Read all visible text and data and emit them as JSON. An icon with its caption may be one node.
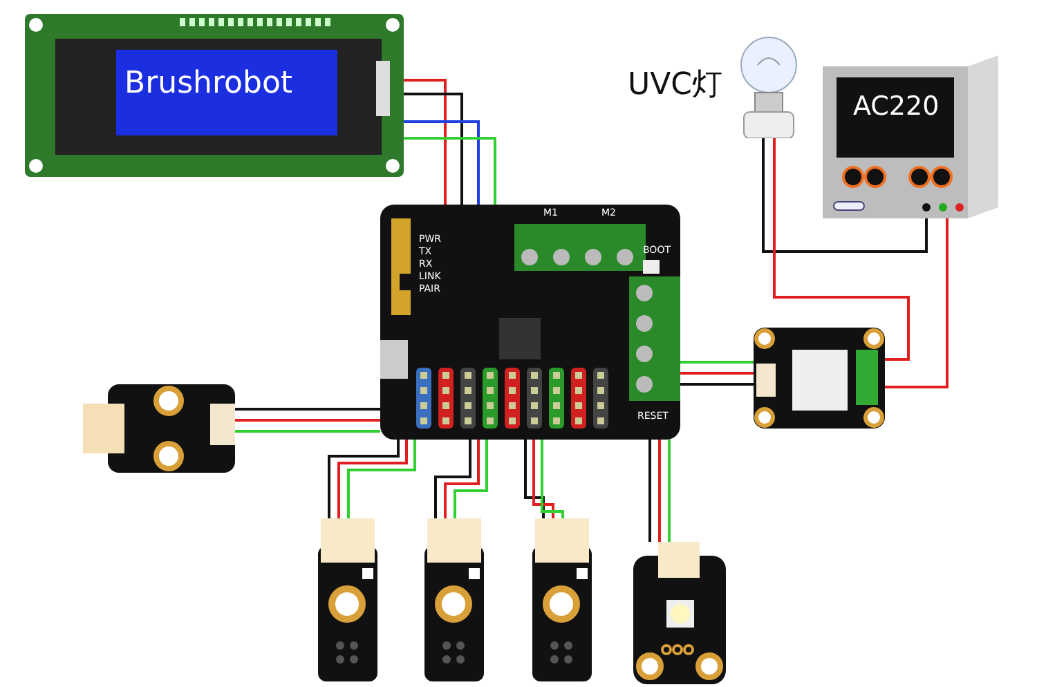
{
  "diagram": {
    "nodes": [
      {
        "text": [
          "Brushrobot"
        ]
      },
      {
        "text": [],
        "shape": "picture",
        "beside": [
          "UVC灯"
        ]
      },
      {
        "text": [
          "AC220"
        ]
      },
      {
        "text": [
          "PWR",
          "TX",
          "RX",
          "LINK",
          "PAIR",
          "M1",
          "M2",
          "BOOT",
          "RESET"
        ]
      },
      {
        "text": [],
        "shape": "picture"
      },
      {
        "text": [],
        "shape": "picture"
      },
      {
        "text": [],
        "shape": "picture"
      },
      {
        "text": [],
        "shape": "picture"
      },
      {
        "text": [],
        "shape": "picture"
      },
      {
        "text": [],
        "shape": "picture"
      }
    ],
    "edges": [
      {
        "from": 0,
        "to": 3,
        "arrow": "none",
        "color": "#e02020"
      },
      {
        "from": 0,
        "to": 3,
        "arrow": "none",
        "color": "#111111"
      },
      {
        "from": 0,
        "to": 3,
        "arrow": "none",
        "color": "#2040e0"
      },
      {
        "from": 0,
        "to": 3,
        "arrow": "none",
        "color": "#30d030"
      },
      {
        "from": 4,
        "to": 3,
        "arrow": "none",
        "color": "#30d030"
      },
      {
        "from": 4,
        "to": 3,
        "arrow": "none",
        "color": "#e02020"
      },
      {
        "from": 4,
        "to": 3,
        "arrow": "none",
        "color": "#111111"
      },
      {
        "from": 5,
        "to": 3,
        "arrow": "none",
        "color": "#111111"
      },
      {
        "from": 5,
        "to": 3,
        "arrow": "none",
        "color": "#e02020"
      },
      {
        "from": 5,
        "to": 3,
        "arrow": "none",
        "color": "#30d030"
      },
      {
        "from": 6,
        "to": 3,
        "arrow": "none",
        "color": "#111111"
      },
      {
        "from": 6,
        "to": 3,
        "arrow": "none",
        "color": "#e02020"
      },
      {
        "from": 6,
        "to": 3,
        "arrow": "none",
        "color": "#30d030"
      },
      {
        "from": 7,
        "to": 3,
        "arrow": "none",
        "color": "#111111"
      },
      {
        "from": 7,
        "to": 3,
        "arrow": "none",
        "color": "#e02020"
      },
      {
        "from": 7,
        "to": 3,
        "arrow": "none",
        "color": "#30d030"
      },
      {
        "from": 8,
        "to": 3,
        "arrow": "none",
        "color": "#111111"
      },
      {
        "from": 8,
        "to": 3,
        "arrow": "none",
        "color": "#e02020"
      },
      {
        "from": 8,
        "to": 3,
        "arrow": "none",
        "color": "#30d030"
      },
      {
        "from": 9,
        "to": 3,
        "arrow": "none",
        "color": "#111111"
      },
      {
        "from": 9,
        "to": 3,
        "arrow": "none",
        "color": "#e02020"
      },
      {
        "from": 9,
        "to": 3,
        "arrow": "none",
        "color": "#30d030"
      },
      {
        "from": 1,
        "to": 2,
        "arrow": "none",
        "color": "#111111"
      },
      {
        "from": 1,
        "to": 4,
        "arrow": "none",
        "color": "#e02020"
      },
      {
        "from": 4,
        "to": 2,
        "arrow": "none",
        "color": "#e02020"
      }
    ]
  }
}
